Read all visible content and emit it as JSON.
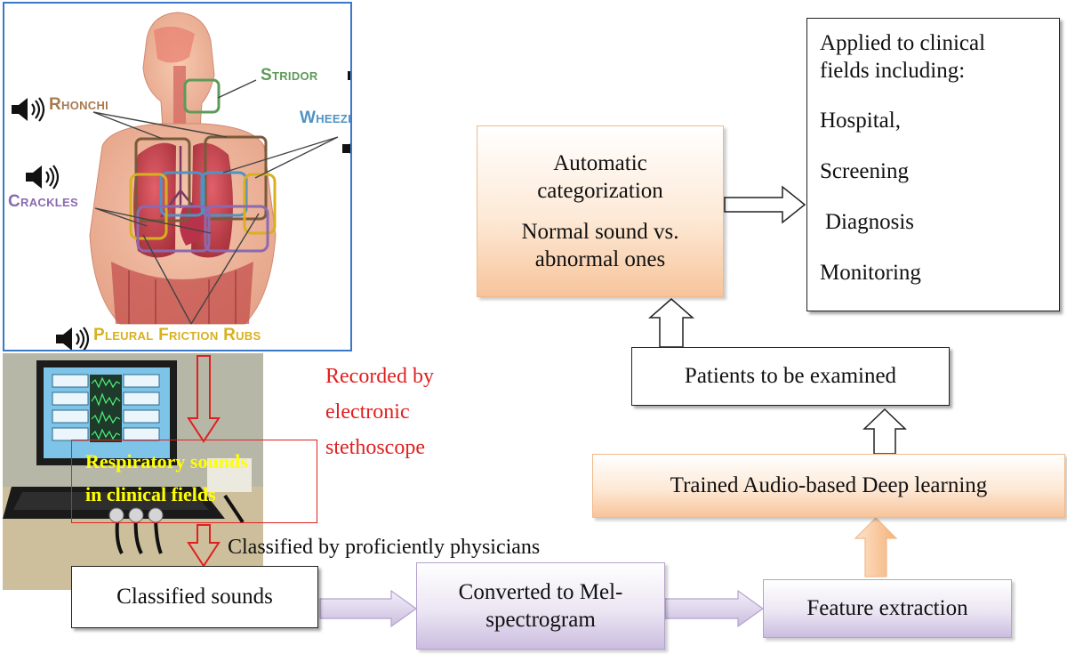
{
  "anatomy": {
    "stridor": "Stridor",
    "rhonchi": "Rhonchi",
    "wheezing": "Wheezing",
    "crackles": "Crackles",
    "pleural": "Pleural Friction Rubs"
  },
  "photo": {
    "overlay_line1": "Respiratory sounds",
    "overlay_line2": "in clinical fields"
  },
  "recorded": {
    "line1": "Recorded by",
    "line2": "electronic",
    "line3": "stethoscope"
  },
  "classified_by": "Classified by proficiently physicians",
  "boxes": {
    "classified_sounds": "Classified sounds",
    "mel_line1": "Converted to Mel-",
    "mel_line2": "spectrogram",
    "feature_extraction": "Feature extraction",
    "trained": "Trained Audio-based Deep learning",
    "patients": "Patients to be examined",
    "auto_line1": "Automatic",
    "auto_line2": "categorization",
    "auto_line3": "Normal sound vs.",
    "auto_line4": "abnormal ones",
    "clinical_title1": "Applied to clinical",
    "clinical_title2": "fields including:",
    "clinical_items": [
      "Hospital,",
      "Screening",
      "Diagnosis",
      "Monitoring"
    ]
  },
  "colors": {
    "stridor": "#5e9a5a",
    "rhonchi": "#a87a4e",
    "wheezing": "#4f93c4",
    "crackles": "#8a6ab0",
    "pleural": "#d8b020",
    "red": "#e02020",
    "yellow": "#ffff00",
    "frame_blue": "#3a78c8"
  }
}
